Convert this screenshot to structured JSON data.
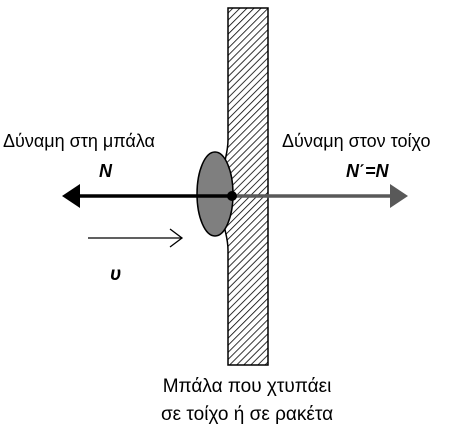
{
  "labels": {
    "force_on_ball": "Δύναμη στη μπάλα",
    "force_on_wall": "Δύναμη στον τοίχο",
    "force_on_ball_symbol": "N",
    "force_on_wall_symbol": "N΄=N",
    "velocity_symbol": "υ"
  },
  "caption": {
    "line1": "Μπάλα που χτυπάει",
    "line2": "σε τοίχο ή σε ρακέτα"
  },
  "colors": {
    "ball_fill": "#7f7f7f",
    "force_on_ball_arrow": "#000000",
    "force_on_wall_arrow": "#595959",
    "wall_hatch": "#000000"
  }
}
